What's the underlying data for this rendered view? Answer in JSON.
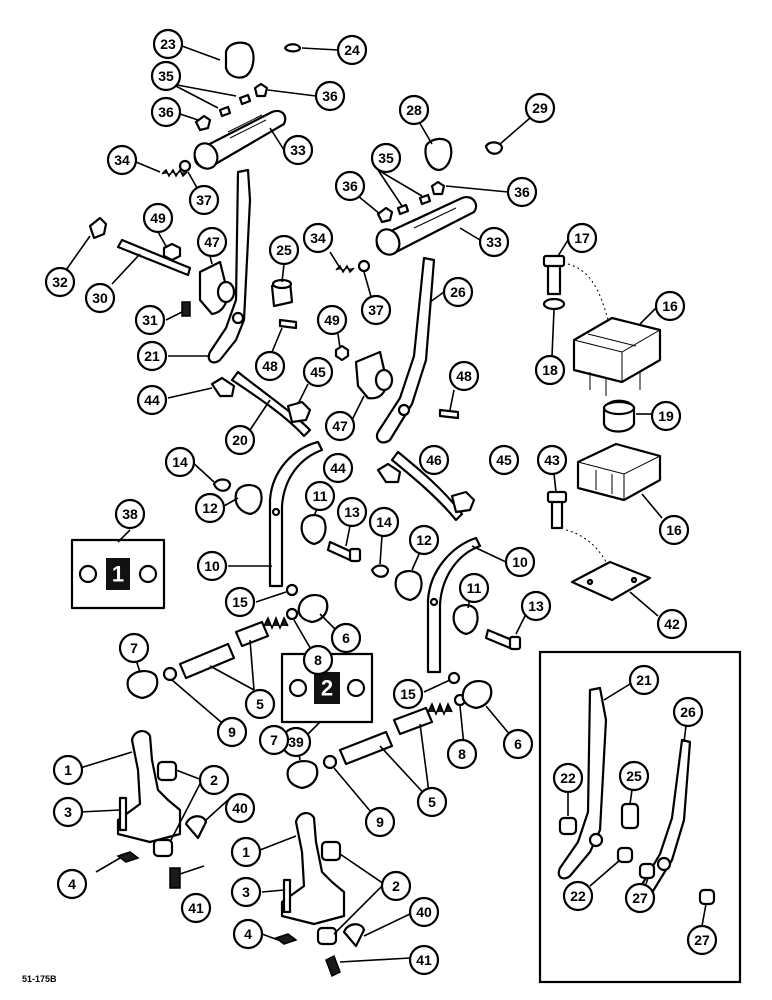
{
  "figure_ref": "51-175B",
  "plates": {
    "p38": "1",
    "p39": "2"
  },
  "callouts": {
    "c1a": "1",
    "c1b": "1",
    "c2a": "2",
    "c2b": "2",
    "c3a": "3",
    "c3b": "3",
    "c4a": "4",
    "c4b": "4",
    "c5a": "5",
    "c5b": "5",
    "c6a": "6",
    "c6b": "6",
    "c7a": "7",
    "c7b": "7",
    "c8a": "8",
    "c8b": "8",
    "c9a": "9",
    "c9b": "9",
    "c10a": "10",
    "c10b": "10",
    "c11a": "11",
    "c11b": "11",
    "c12a": "12",
    "c12b": "12",
    "c13a": "13",
    "c13b": "13",
    "c14a": "14",
    "c14b": "14",
    "c15a": "15",
    "c15b": "15",
    "c16a": "16",
    "c16b": "16",
    "c17": "17",
    "c18": "18",
    "c19": "19",
    "c20": "20",
    "c21a": "21",
    "c21b": "21",
    "c22a": "22",
    "c22b": "22",
    "c23": "23",
    "c24": "24",
    "c25a": "25",
    "c25b": "25",
    "c26a": "26",
    "c26b": "26",
    "c27a": "27",
    "c27b": "27",
    "c28": "28",
    "c29": "29",
    "c30": "30",
    "c31": "31",
    "c32": "32",
    "c33a": "33",
    "c33b": "33",
    "c34a": "34",
    "c34b": "34",
    "c35a": "35",
    "c35b": "35",
    "c36a": "36",
    "c36b": "36",
    "c36c": "36",
    "c36d": "36",
    "c37a": "37",
    "c37b": "37",
    "c38": "38",
    "c39": "39",
    "c40a": "40",
    "c40b": "40",
    "c41a": "41",
    "c41b": "41",
    "c42": "42",
    "c43": "43",
    "c44a": "44",
    "c44b": "44",
    "c45a": "45",
    "c45b": "45",
    "c46": "46",
    "c47a": "47",
    "c47b": "47",
    "c48a": "48",
    "c48b": "48",
    "c49a": "49",
    "c49b": "49"
  }
}
